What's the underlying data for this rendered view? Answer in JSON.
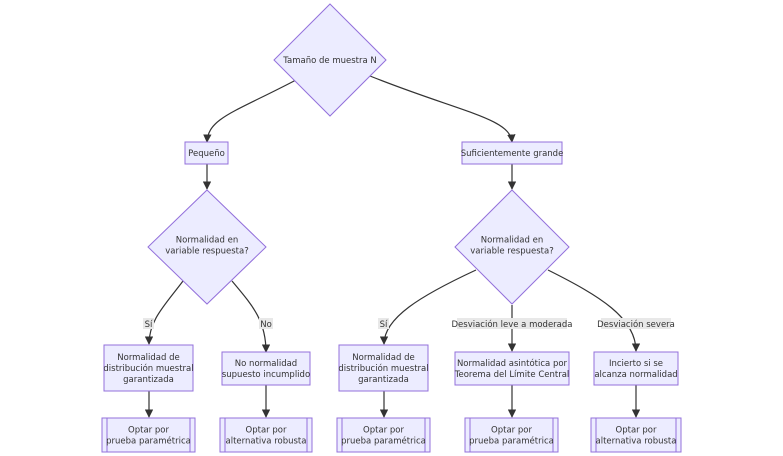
{
  "diagram": {
    "nodes": {
      "root": [
        "Tamaño de muestra N"
      ],
      "small": [
        "Pequeño"
      ],
      "large": [
        "Suficientemente grande"
      ],
      "norm_small": [
        "Normalidad en",
        "variable respuesta?"
      ],
      "norm_large": [
        "Normalidad en",
        "variable respuesta?"
      ],
      "small_yes": [
        "Normalidad de",
        "distribución muestral",
        "garantizada"
      ],
      "small_no": [
        "No normalidad",
        "supuesto incumplido"
      ],
      "large_yes": [
        "Normalidad de",
        "distribución muestral",
        "garantizada"
      ],
      "large_mild": [
        "Normalidad asintótica por",
        "Teorema del Límite Central"
      ],
      "large_severe": [
        "Incierto si se",
        "alcanza normalidad"
      ],
      "out1": [
        "Optar por",
        "prueba paramétrica"
      ],
      "out2": [
        "Optar por",
        "alternativa robusta"
      ],
      "out3": [
        "Optar por",
        "prueba paramétrica"
      ],
      "out4": [
        "Optar por",
        "prueba paramétrica"
      ],
      "out5": [
        "Optar por",
        "alternativa robusta"
      ]
    },
    "edge_labels": {
      "small_si": "Sí",
      "small_no": "No",
      "large_si": "Sí",
      "large_mild": "Desviación leve a moderada",
      "large_severe": "Desviación severa"
    }
  }
}
